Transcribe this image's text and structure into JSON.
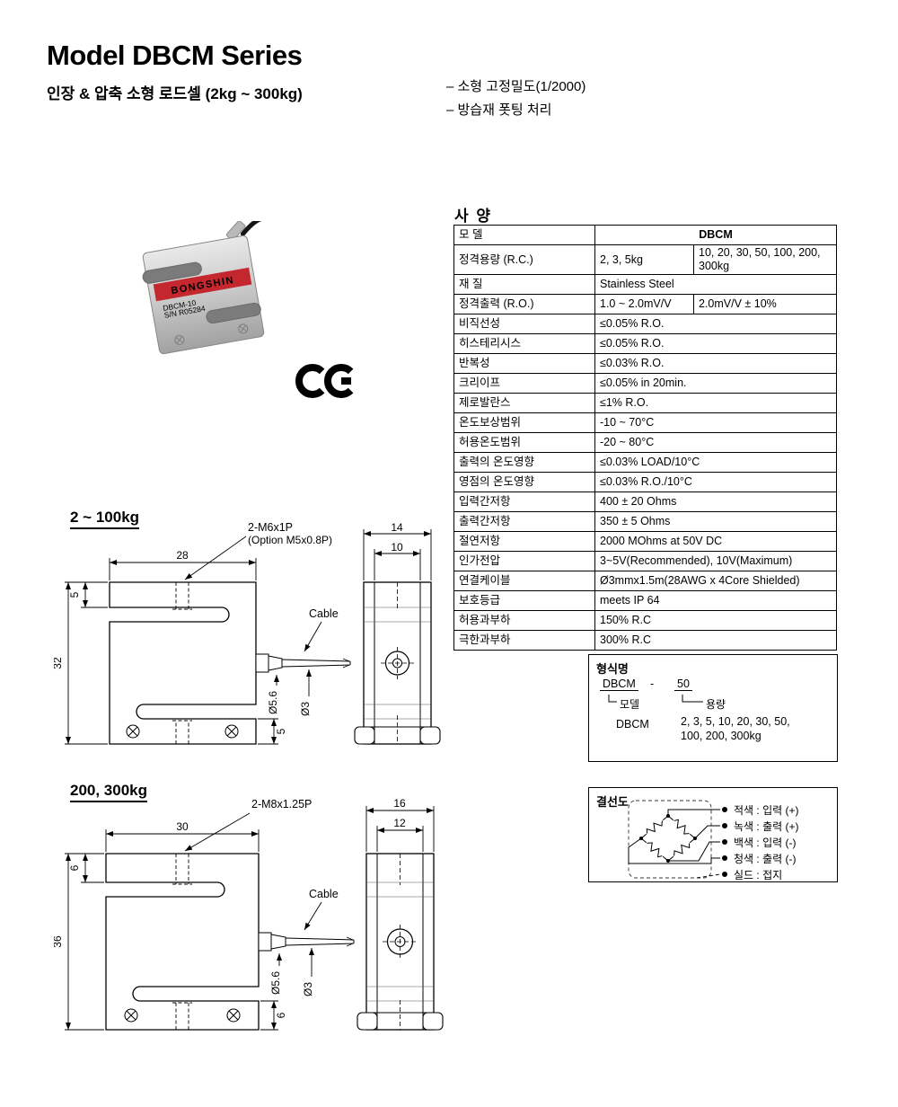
{
  "page": {
    "title": "Model DBCM Series",
    "subtitle": "인장 & 압축 소형 로드셀 (2kg ~ 300kg)",
    "features": [
      "– 소형 고정밀도(1/2000)",
      "– 방습재 폿팅 처리"
    ]
  },
  "product_photo": {
    "brand": "BONGSHIN",
    "model": "DBCM-10",
    "serial": "S/N R05284",
    "label_color": "#c4272e",
    "certification": "CE"
  },
  "spec": {
    "title": "사 양",
    "rows": [
      {
        "label": "모 델",
        "value": "DBCM"
      },
      {
        "label": "정격용량 (R.C.)",
        "value1": "2, 3, 5kg",
        "value2": "10, 20, 30, 50, 100, 200, 300kg"
      },
      {
        "label": "재 질",
        "value": "Stainless Steel"
      },
      {
        "label": "정격출력 (R.O.)",
        "value1": "1.0 ~ 2.0mV/V",
        "value2": "2.0mV/V ± 10%"
      },
      {
        "label": "비직선성",
        "value": "≤0.05% R.O."
      },
      {
        "label": "히스테리시스",
        "value": "≤0.05% R.O."
      },
      {
        "label": "반복성",
        "value": "≤0.03% R.O."
      },
      {
        "label": "크리이프",
        "value": "≤0.05% in 20min."
      },
      {
        "label": "제로발란스",
        "value": "≤1% R.O."
      },
      {
        "label": "온도보상범위",
        "value": "-10 ~ 70°C"
      },
      {
        "label": "허용온도범위",
        "value": "-20 ~ 80°C"
      },
      {
        "label": "출력의 온도영향",
        "value": "≤0.03% LOAD/10°C"
      },
      {
        "label": "영점의 온도영향",
        "value": "≤0.03% R.O./10°C"
      },
      {
        "label": "입력간저항",
        "value": "400 ± 20 Ohms"
      },
      {
        "label": "출력간저항",
        "value": "350 ± 5 Ohms"
      },
      {
        "label": "절연저항",
        "value": "2000 MOhms at 50V DC"
      },
      {
        "label": "인가전압",
        "value": "3~5V(Recommended), 10V(Maximum)"
      },
      {
        "label": "연결케이블",
        "value": "Ø3mmx1.5m(28AWG x 4Core Shielded)"
      },
      {
        "label": "보호등급",
        "value": "meets IP 64"
      },
      {
        "label": "허용과부하",
        "value": "150% R.C"
      },
      {
        "label": "극한과부하",
        "value": "300% R.C"
      }
    ]
  },
  "drawing_small": {
    "title": "2 ~ 100kg",
    "thread": "2-M6x1P",
    "thread_option": "(Option M5x0.8P)",
    "dim_width": "28",
    "dim_height": "32",
    "dim_top": "5",
    "dim_bottom": "5",
    "dim_side_outer": "14",
    "dim_side_inner": "10",
    "cable": "Cable",
    "dia_gland": "Ø5.6",
    "dia_cable": "Ø3"
  },
  "drawing_large": {
    "title": "200, 300kg",
    "thread": "2-M8x1.25P",
    "dim_width": "30",
    "dim_height": "36",
    "dim_top": "6",
    "dim_bottom": "6",
    "dim_side_outer": "16",
    "dim_side_inner": "12",
    "cable": "Cable",
    "dia_gland": "Ø5.6",
    "dia_cable": "Ø3"
  },
  "model_code": {
    "title": "형식명",
    "series": "DBCM",
    "dash": "-",
    "example_capacity": "50",
    "series_label": "모델",
    "capacity_label": "용량",
    "series_value": "DBCM",
    "capacity_values_line1": "2, 3, 5, 10, 20, 30, 50,",
    "capacity_values_line2": "100, 200, 300kg"
  },
  "wiring": {
    "title": "결선도",
    "entries": [
      "적색 : 입력 (+)",
      "녹색 : 출력 (+)",
      "백색 : 입력 (-)",
      "청색 : 출력 (-)",
      "실드 : 접지"
    ]
  }
}
